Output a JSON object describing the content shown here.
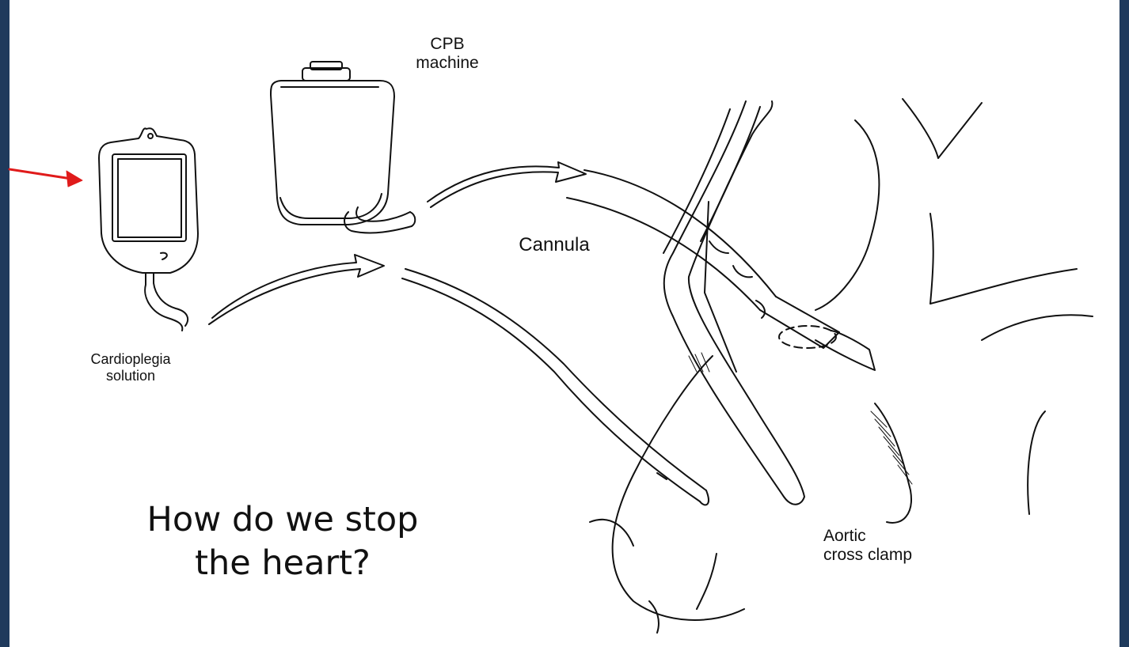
{
  "labels": {
    "cpb_machine": "CPB\nmachine",
    "cannula": "Cannula",
    "cardioplegia": "Cardioplegia\nsolution",
    "aortic_cross_clamp": "Aortic\ncross clamp"
  },
  "question": "How do we stop\nthe heart?",
  "colors": {
    "frame": "#1f3a5c",
    "background": "#ffffff",
    "line": "#111111",
    "pointer_arrow": "#e01b1b"
  }
}
